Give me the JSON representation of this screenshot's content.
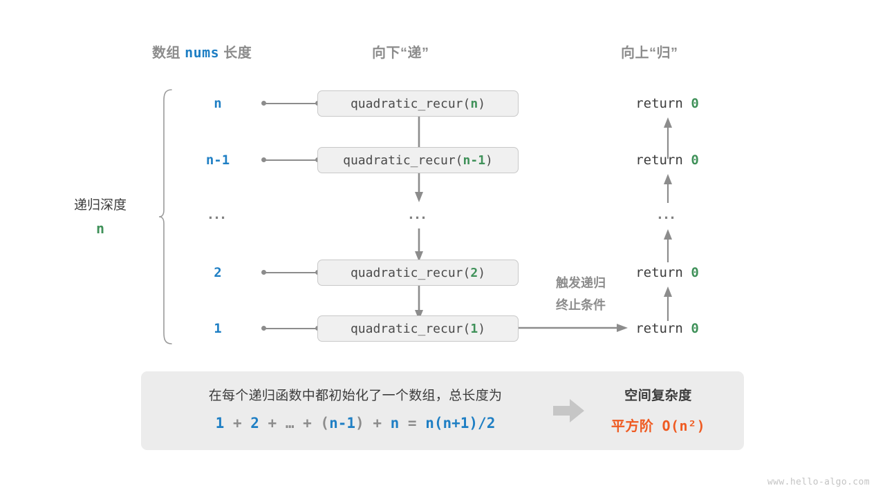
{
  "headers": {
    "left": {
      "pre": "数组 ",
      "code": "nums",
      "post": " 长度"
    },
    "middle": "向下“递”",
    "right": "向上“归”"
  },
  "depth": {
    "label": "递归深度",
    "value": "n"
  },
  "rows": [
    {
      "n": "n",
      "call_prefix": "quadratic_recur(",
      "call_arg": "n",
      "call_suffix": ")",
      "ret_text": "return ",
      "ret_value": "0"
    },
    {
      "n": "n-1",
      "call_prefix": "quadratic_recur(",
      "call_arg": "n-1",
      "call_suffix": ")",
      "ret_text": "return ",
      "ret_value": "0"
    },
    {
      "n": "...",
      "call_prefix": "...",
      "call_arg": "",
      "call_suffix": "",
      "ret_text": "...",
      "ret_value": ""
    },
    {
      "n": "2",
      "call_prefix": "quadratic_recur(",
      "call_arg": "2",
      "call_suffix": ")",
      "ret_text": "return ",
      "ret_value": "0"
    },
    {
      "n": "1",
      "call_prefix": "quadratic_recur(",
      "call_arg": "1",
      "call_suffix": ")",
      "ret_text": "return ",
      "ret_value": "0"
    }
  ],
  "trigger_note": {
    "line1": "触发递归",
    "line2": "终止条件"
  },
  "summary": {
    "description": "在每个递归函数中都初始化了一个数组，总长度为",
    "formula": {
      "t1": "1",
      "op1": " + ",
      "t2": "2",
      "op2": " + ",
      "ell": "…",
      "op3": " + ",
      "lp": "(",
      "t3": "n-1",
      "rp": ")",
      "op4": " + ",
      "t4": "n",
      "eq": " = ",
      "t5": "n(n+1)/2"
    },
    "right_title": "空间复杂度",
    "right_label": "平方阶",
    "right_value": "O(n²)"
  },
  "watermark": "www.hello-algo.com",
  "colors": {
    "blue": "#1f7fc4",
    "green": "#3f9159",
    "orange": "#ef5b22",
    "gray": "#8c8c8c",
    "panel": "#ececec",
    "box_fill": "#f0f0f0",
    "box_border": "#c8c8c8"
  }
}
